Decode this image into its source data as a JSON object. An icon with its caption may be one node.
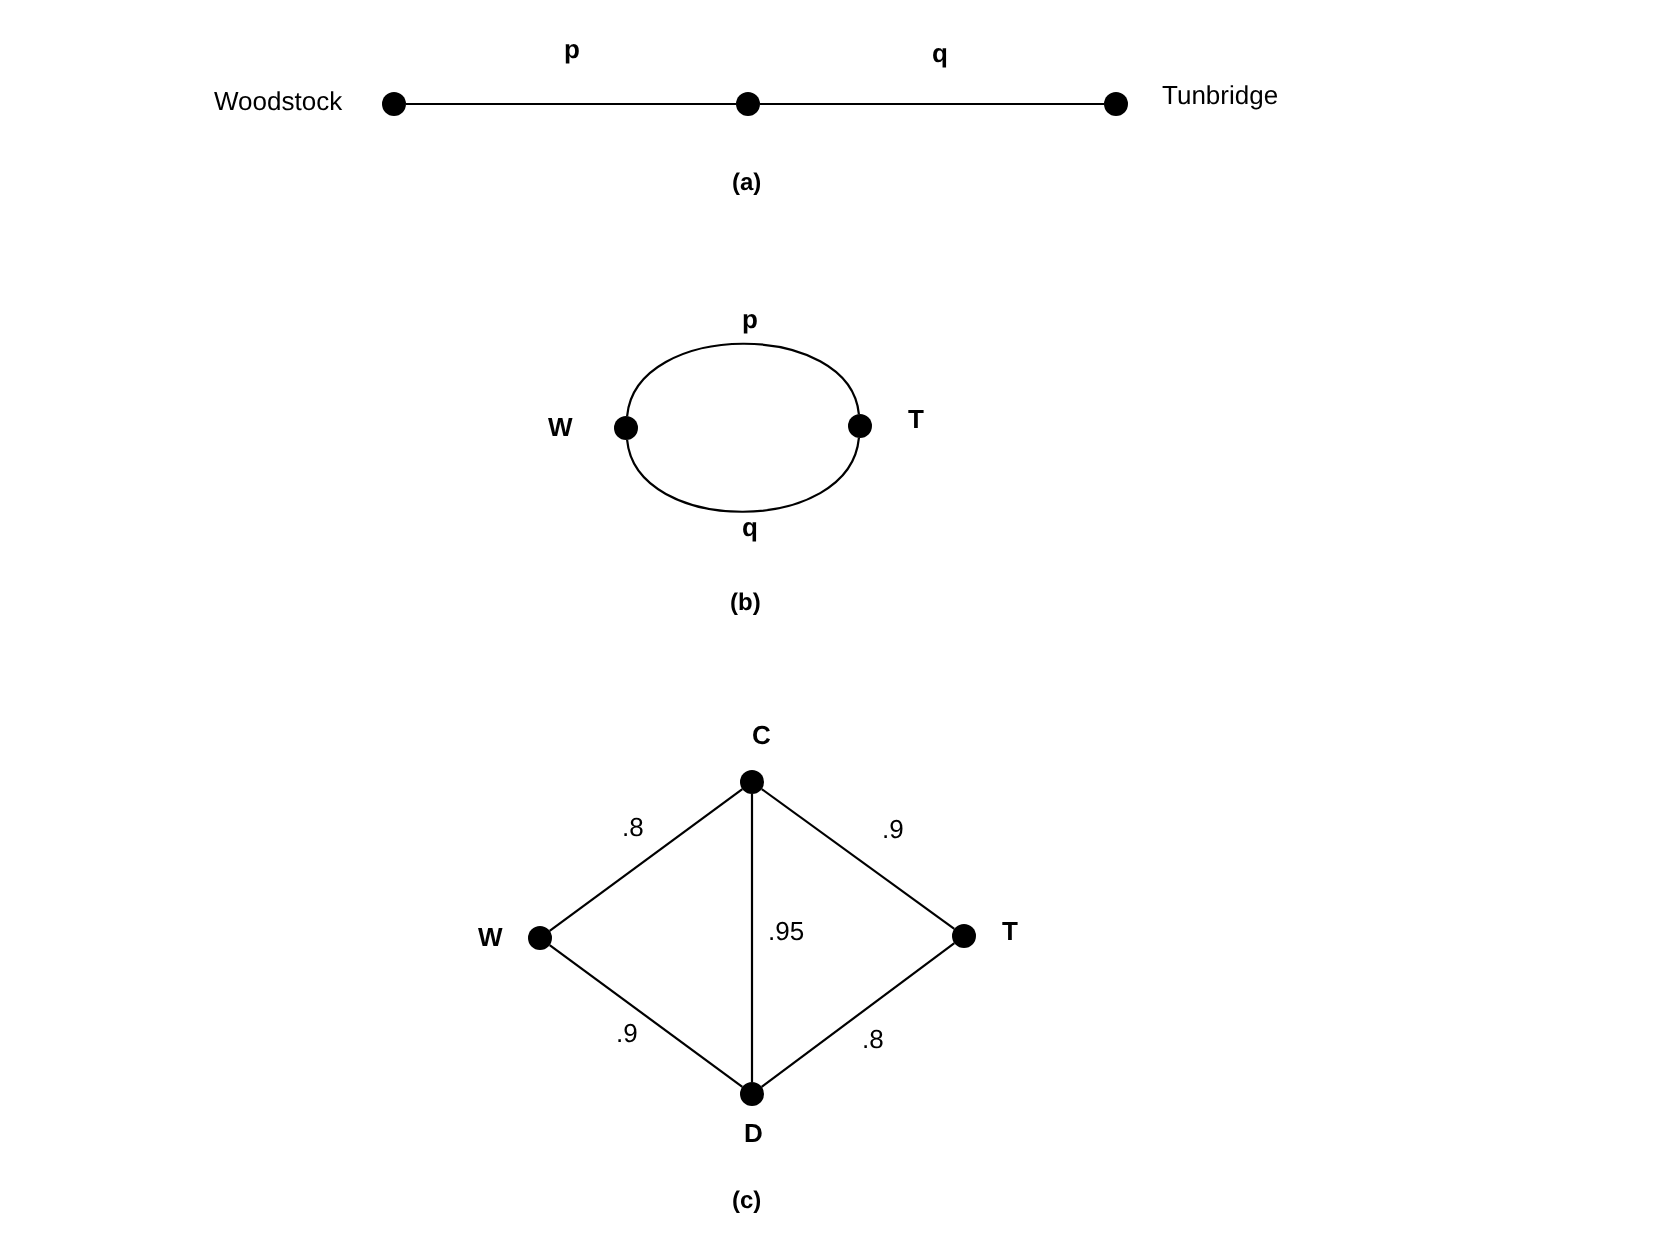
{
  "diagram": {
    "nodes": [
      {
        "text": [],
        "shape": "circle",
        "beside": [
          "Woodstock"
        ]
      },
      {
        "text": [],
        "shape": "circle"
      },
      {
        "text": [],
        "shape": "circle",
        "beside": [
          "Tunbridge"
        ]
      },
      {
        "text": [],
        "shape": "circle",
        "beside": [
          "W"
        ]
      },
      {
        "text": [],
        "shape": "circle",
        "beside": [
          "T"
        ]
      },
      {
        "text": [],
        "shape": "circle",
        "beside": [
          "W"
        ]
      },
      {
        "text": [],
        "shape": "circle",
        "beside": [
          "C"
        ]
      },
      {
        "text": [],
        "shape": "circle",
        "beside": [
          "D"
        ]
      },
      {
        "text": [],
        "shape": "circle",
        "beside": [
          "T"
        ]
      }
    ],
    "edges": [
      {
        "from": 0,
        "to": 1,
        "arrow": "none",
        "label": "p"
      },
      {
        "from": 1,
        "to": 2,
        "arrow": "none",
        "label": "q"
      },
      {
        "from": 3,
        "to": 4,
        "arrow": "none",
        "label": "p"
      },
      {
        "from": 3,
        "to": 4,
        "arrow": "none",
        "label": "q"
      },
      {
        "from": 5,
        "to": 6,
        "arrow": "none",
        "label": ".8"
      },
      {
        "from": 6,
        "to": 8,
        "arrow": "none",
        "label": ".9"
      },
      {
        "from": 6,
        "to": 7,
        "arrow": "none",
        "label": ".95"
      },
      {
        "from": 5,
        "to": 7,
        "arrow": "none",
        "label": ".9"
      },
      {
        "from": 7,
        "to": 8,
        "arrow": "none",
        "label": ".8"
      }
    ],
    "labels": [
      "(a)",
      "(b)",
      "(c)"
    ]
  }
}
